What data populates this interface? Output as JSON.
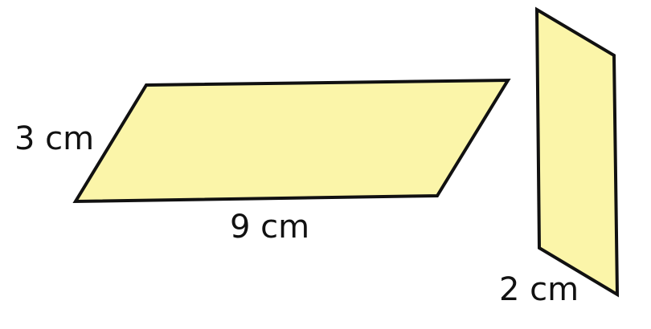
{
  "shapes": {
    "fill_color": "#fbf5a9",
    "stroke_color": "#111111"
  },
  "labels": {
    "side_left": "3 cm",
    "base": "9 cm",
    "right_bottom": "2 cm"
  }
}
